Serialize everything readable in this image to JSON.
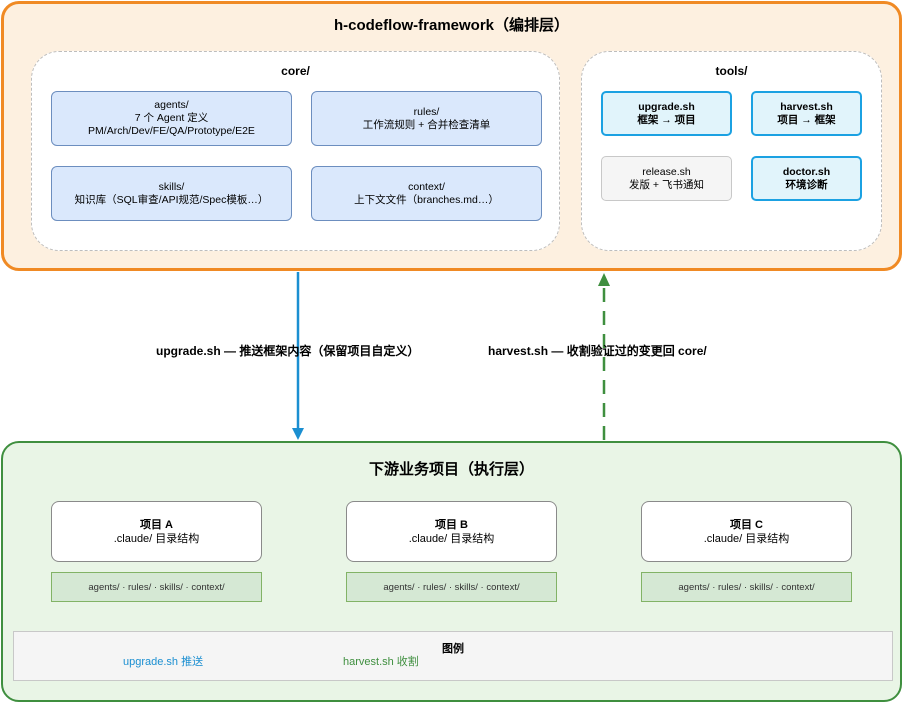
{
  "orchestration": {
    "title": "h-codeflow-framework（编排层）",
    "core": {
      "title": "core/",
      "boxes": [
        {
          "name": "agents/",
          "lines": [
            "7 个 Agent 定义",
            "PM/Arch/Dev/FE/QA/Prototype/E2E"
          ]
        },
        {
          "name": "rules/",
          "lines": [
            "工作流规则 + 合并检查清单"
          ]
        },
        {
          "name": "skills/",
          "lines": [
            "知识库（SQL审查/API规范/Spec模板…）"
          ]
        },
        {
          "name": "context/",
          "lines": [
            "上下文文件（branches.md…）"
          ]
        }
      ]
    },
    "tools": {
      "title": "tools/",
      "boxes": [
        {
          "name": "upgrade.sh",
          "desc": "框架 → 项目"
        },
        {
          "name": "harvest.sh",
          "desc": "项目 → 框架"
        },
        {
          "name": "release.sh",
          "desc": "发版 + 飞书通知"
        },
        {
          "name": "doctor.sh",
          "desc": "环境诊断"
        }
      ]
    }
  },
  "flows": {
    "upgrade_label": "upgrade.sh — 推送框架内容（保留项目自定义）",
    "harvest_label": "harvest.sh — 收割验证过的变更回 core/",
    "colors": {
      "upgrade": "#1b8fd1",
      "harvest": "#3f8f3f"
    }
  },
  "execution": {
    "title": "下游业务项目（执行层）",
    "projects": [
      {
        "name": "项目 A",
        "desc": ".claude/ 目录结构",
        "dirs": "agents/ · rules/ · skills/ · context/"
      },
      {
        "name": "项目 B",
        "desc": ".claude/ 目录结构",
        "dirs": "agents/ · rules/ · skills/ · context/"
      },
      {
        "name": "项目 C",
        "desc": ".claude/ 目录结构",
        "dirs": "agents/ · rules/ · skills/ · context/"
      }
    ]
  },
  "legend": {
    "title": "图例",
    "items": [
      {
        "label": "upgrade.sh 推送",
        "color": "#1b8fd1"
      },
      {
        "label": "harvest.sh 收割",
        "color": "#3f8f3f"
      }
    ]
  }
}
